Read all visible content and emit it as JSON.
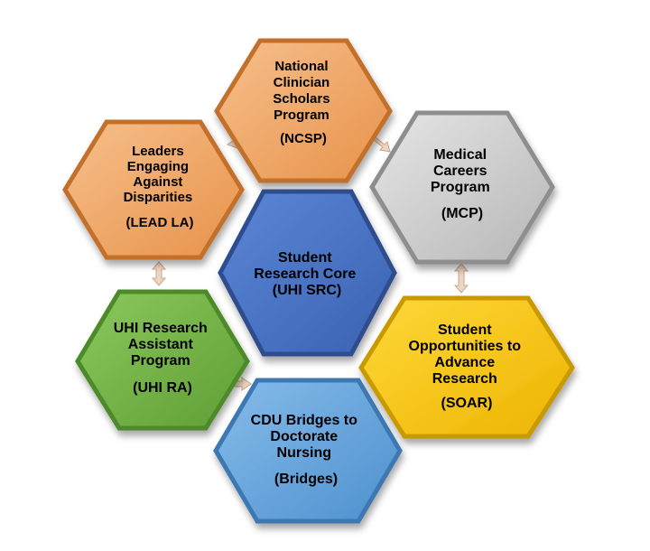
{
  "diagram": {
    "hexagons": [
      {
        "id": "ncsp",
        "lines": [
          "National",
          "Clinician",
          "Scholars",
          "Program",
          "",
          "(NCSP)"
        ],
        "fill": "#F0A868",
        "stroke": "#C2702A",
        "text_color": "#000000"
      },
      {
        "id": "lead-la",
        "lines": [
          "Leaders",
          "Engaging",
          "Against",
          "Disparities",
          "",
          "(LEAD LA)"
        ],
        "fill": "#F0A868",
        "stroke": "#C2702A",
        "text_color": "#000000"
      },
      {
        "id": "mcp",
        "lines": [
          "Medical",
          "Careers",
          "Program",
          "",
          "(MCP)"
        ],
        "fill": "#D0D0D0",
        "stroke": "#8E8E8E",
        "text_color": "#000000"
      },
      {
        "id": "uhi-src",
        "lines": [
          "Student",
          "Research Core",
          "(UHI SRC)"
        ],
        "fill": "#4A72C4",
        "stroke": "#2F4E8E",
        "text_color": "#000000"
      },
      {
        "id": "uhi-ra",
        "lines": [
          "UHI Research",
          "Assistant",
          "Program",
          "",
          "(UHI RA)"
        ],
        "fill": "#78B848",
        "stroke": "#4E8A2C",
        "text_color": "#000000"
      },
      {
        "id": "soar",
        "lines": [
          "Student",
          "Opportunities to",
          "Advance",
          "Research",
          "",
          "(SOAR)"
        ],
        "fill": "#F8C800",
        "stroke": "#C99A00",
        "text_color": "#000000"
      },
      {
        "id": "bridges",
        "lines": [
          "CDU Bridges to",
          "Doctorate",
          "Nursing",
          "",
          "(Bridges)"
        ],
        "fill": "#6AA8E0",
        "stroke": "#3E78B2",
        "text_color": "#000000"
      }
    ],
    "connector_color": "#E8C8B0"
  }
}
